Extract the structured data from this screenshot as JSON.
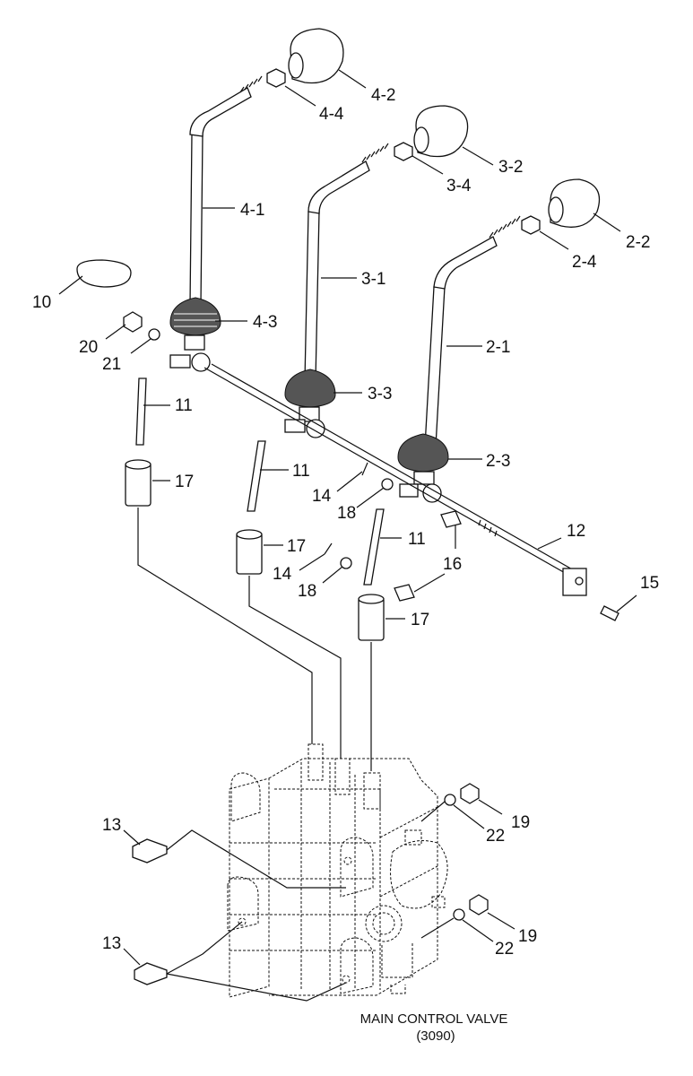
{
  "caption": {
    "line1": "MAIN CONTROL VALVE",
    "line2": "(3090)"
  },
  "callouts": [
    "4-2",
    "4-4",
    "3-4",
    "3-2",
    "4-1",
    "2-2",
    "2-4",
    "3-1",
    "10",
    "4-3",
    "2-1",
    "20",
    "21",
    "11",
    "3-3",
    "2-3",
    "11",
    "17",
    "14",
    "18",
    "12",
    "17",
    "11",
    "15",
    "14",
    "16",
    "18",
    "17",
    "13",
    "19",
    "22",
    "13",
    "19",
    "22"
  ],
  "colors": {
    "line": "#111111",
    "boot_fill": "#555555",
    "background": "#ffffff"
  }
}
